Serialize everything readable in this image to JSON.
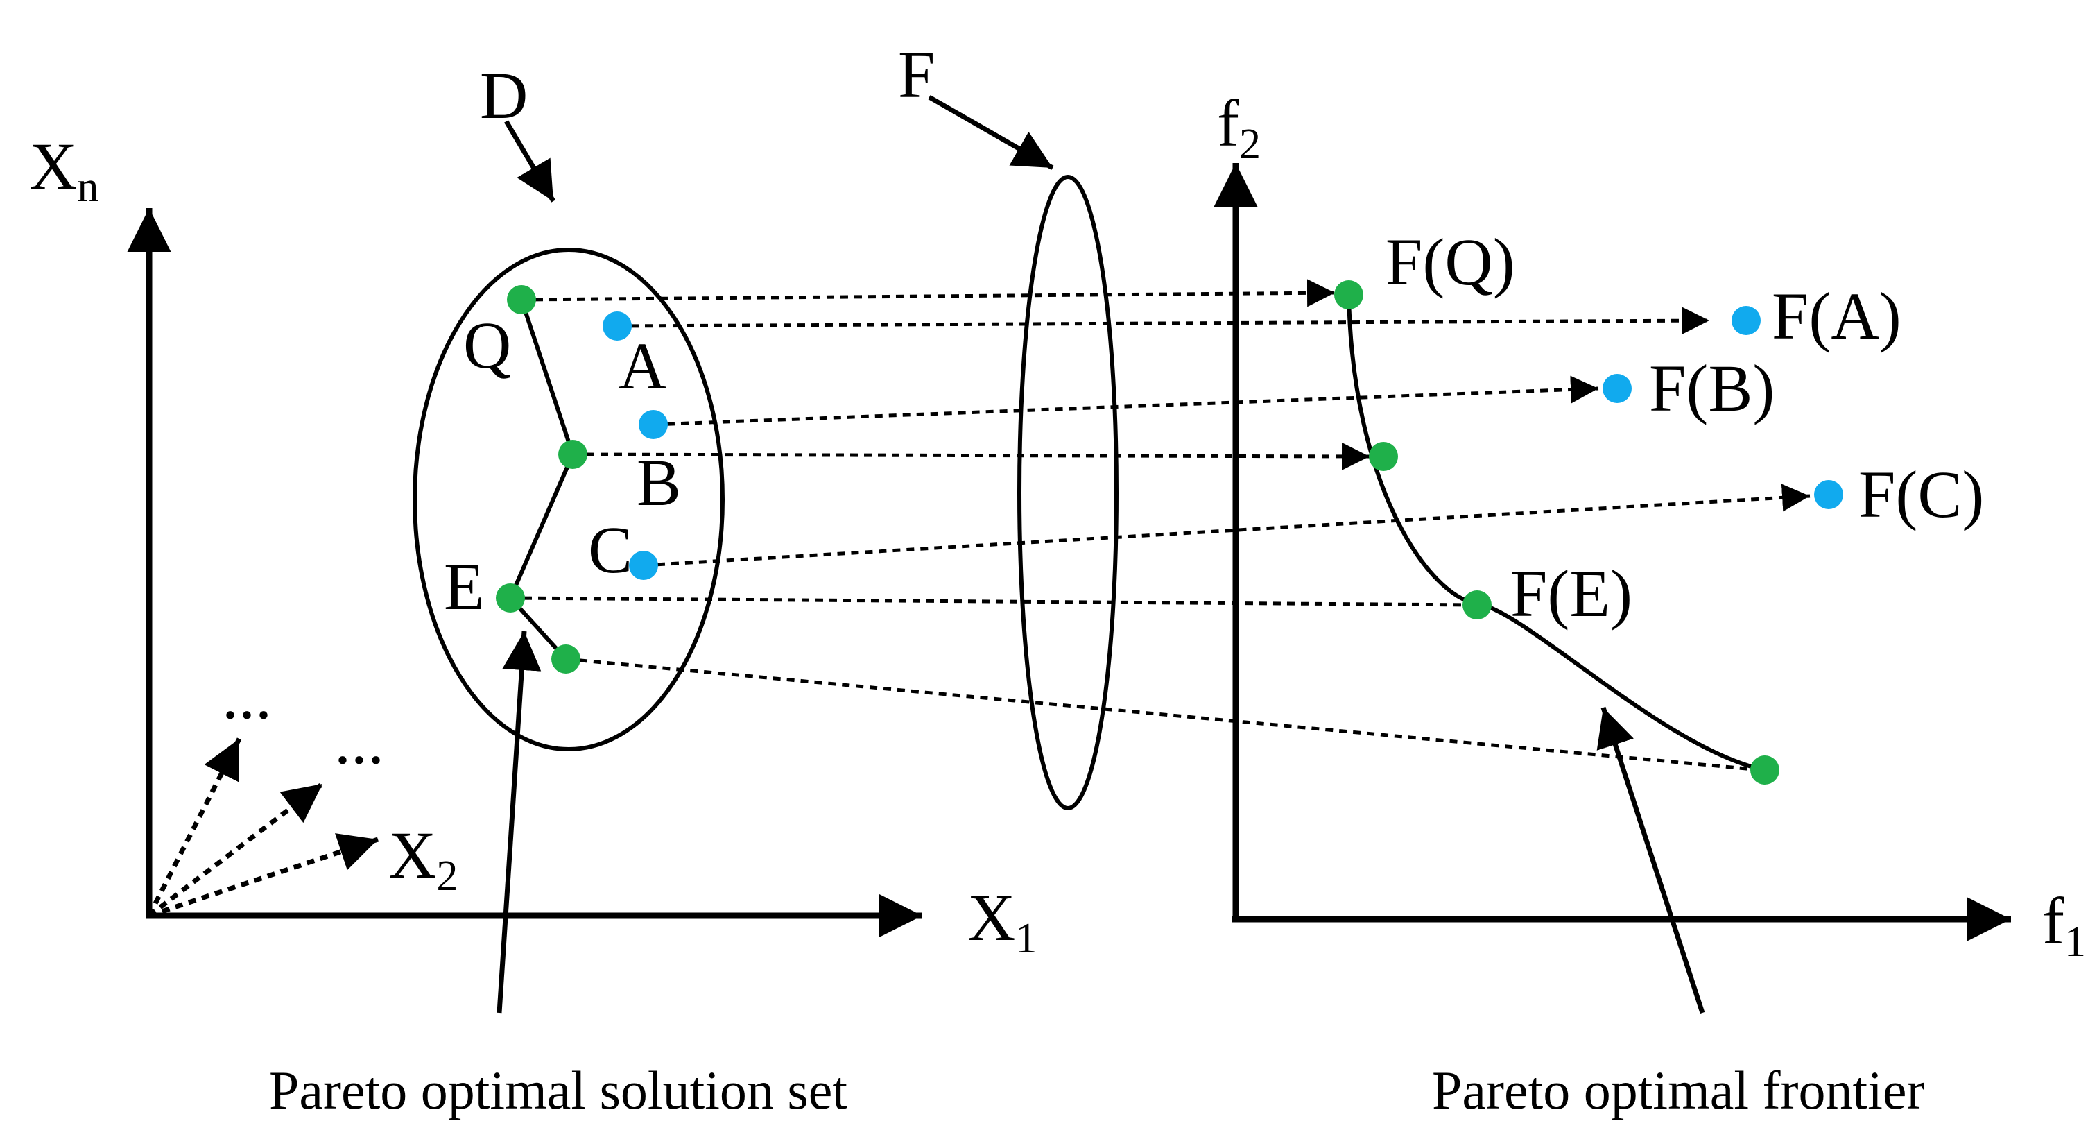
{
  "diagram": {
    "colors": {
      "pareto_point": "#1fb04a",
      "dominated_point": "#11aaee",
      "line": "#000000",
      "background": "#ffffff"
    },
    "decision_space": {
      "set_label": "D",
      "axis_x1": "X",
      "axis_x1_sub": "1",
      "axis_x2": "X",
      "axis_x2_sub": "2",
      "axis_xn": "X",
      "axis_xn_sub": "n",
      "ellipsis": "...",
      "points": {
        "q": "Q",
        "a": "A",
        "b": "B",
        "c": "C",
        "e": "E"
      }
    },
    "mapping_label": "F",
    "objective_space": {
      "axis_f1": "f",
      "axis_f1_sub": "1",
      "axis_f2": "f",
      "axis_f2_sub": "2",
      "points": {
        "fq": "F(Q)",
        "fa": "F(A)",
        "fb": "F(B)",
        "fc": "F(C)",
        "fe": "F(E)"
      }
    },
    "captions": {
      "solution_set": "Pareto optimal solution set",
      "frontier": "Pareto optimal frontier"
    }
  }
}
